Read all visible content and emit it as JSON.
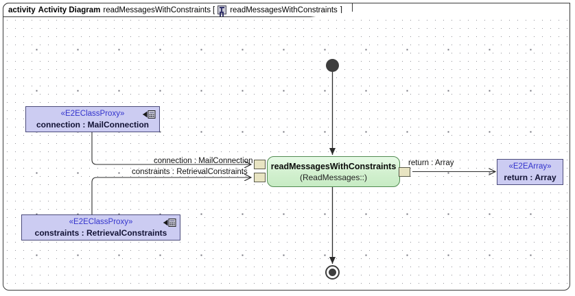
{
  "frame": {
    "keyword": "activity",
    "kind": "Activity Diagram",
    "name": "readMessagesWithConstraints",
    "bracket_open": "[",
    "icon": "activity-diagram-icon",
    "qualified_name": "readMessagesWithConstraints",
    "bracket_close": "]"
  },
  "nodes": {
    "initial": {
      "name": "initial-node"
    },
    "final": {
      "name": "activity-final-node"
    },
    "action": {
      "title": "readMessagesWithConstraints",
      "subtitle": "(ReadMessages::)",
      "fill": "#d2f0cf",
      "border": "#4f8a4f"
    },
    "connection_object": {
      "stereotype": "«E2EClassProxy»",
      "label": "connection : MailConnection",
      "fill": "#ccccf2",
      "border": "#4a4a7a",
      "icon": "imported-class-icon"
    },
    "constraints_object": {
      "stereotype": "«E2EClassProxy»",
      "label": "constraints : RetrievalConstraints",
      "fill": "#ccccf2",
      "border": "#4a4a7a",
      "icon": "imported-class-icon"
    },
    "return_object": {
      "stereotype": "«E2EArray»",
      "label": "return : Array",
      "fill": "#ccccf2",
      "border": "#4a4a7a"
    }
  },
  "pins": {
    "input_connection": {
      "name": "input-pin-connection",
      "fill": "#e8e4c2"
    },
    "input_constraints": {
      "name": "input-pin-constraints",
      "fill": "#e8e4c2"
    },
    "output_return": {
      "name": "output-pin-return",
      "fill": "#e8e4c2"
    }
  },
  "edges": {
    "connection_label": "connection : MailConnection",
    "constraints_label": "constraints : RetrievalConstraints",
    "return_label": "return : Array"
  },
  "colors": {
    "grid_dot": "#8f8f96",
    "frame_border": "#3a3a3a",
    "stereotype_text": "#3333cc",
    "object_text": "#111133",
    "wire": "#2b2b2b"
  }
}
